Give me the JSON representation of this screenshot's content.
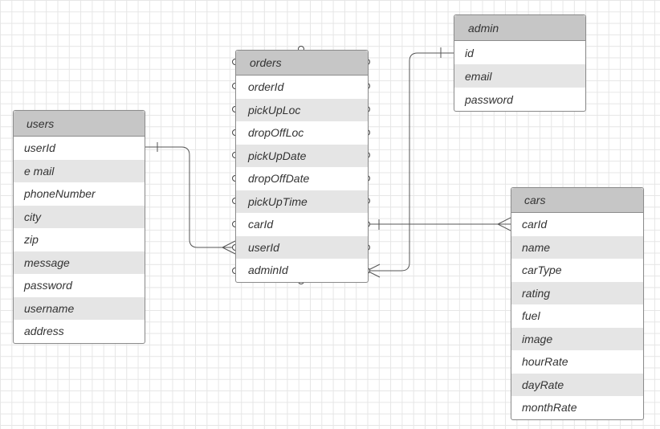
{
  "entities": {
    "users": {
      "title": "users",
      "fields": [
        "userId",
        "e mail",
        "phoneNumber",
        "city",
        "zip",
        "message",
        "password",
        "username",
        "address"
      ]
    },
    "orders": {
      "title": "orders",
      "fields": [
        "orderId",
        "pickUpLoc",
        "dropOffLoc",
        "pickUpDate",
        "dropOffDate",
        "pickUpTime",
        "carId",
        "userId",
        "adminId"
      ]
    },
    "admin": {
      "title": "admin",
      "fields": [
        "id",
        "email",
        "password"
      ]
    },
    "cars": {
      "title": "cars",
      "fields": [
        "carId",
        "name",
        "carType",
        "rating",
        "fuel",
        "image",
        "hourRate",
        "dayRate",
        "monthRate"
      ]
    }
  },
  "relationships": [
    {
      "from": "users.userId",
      "from_end": "one",
      "to": "orders.userId",
      "to_end": "many"
    },
    {
      "from": "cars.carId",
      "from_end": "many",
      "to": "orders.carId",
      "to_end": "one"
    },
    {
      "from": "admin.id",
      "from_end": "one",
      "to": "orders.adminId",
      "to_end": "many"
    }
  ],
  "colors": {
    "header": "#c6c6c6",
    "row_alt": "#e5e5e5",
    "border": "#8c8c8c",
    "line": "#555555"
  }
}
